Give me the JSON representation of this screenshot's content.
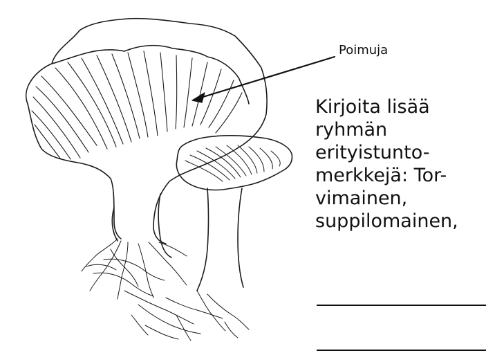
{
  "callout": {
    "label": "Poimuja"
  },
  "task": {
    "lines": [
      "Kirjoita lisää",
      "ryhmän",
      "erityistunto-",
      "merkkejä: Tor-",
      "vimainen,",
      "suppilomainen,"
    ]
  }
}
